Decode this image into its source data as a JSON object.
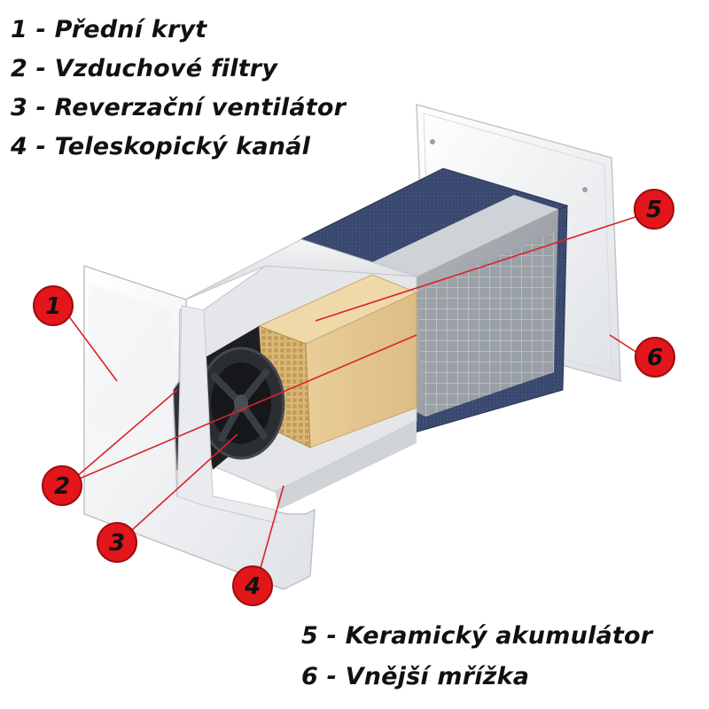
{
  "legend": [
    {
      "id": 1,
      "text": "1 - Přední kryt"
    },
    {
      "id": 2,
      "text": "2 - Vzduchové filtry"
    },
    {
      "id": 3,
      "text": "3 - Reverzační ventilátor"
    },
    {
      "id": 4,
      "text": "4 - Teleskopický kanál"
    },
    {
      "id": 5,
      "text": "5 - Keramický akumulátor"
    },
    {
      "id": 6,
      "text": "6 - Vnější mřížka"
    }
  ],
  "callouts": [
    {
      "number": "1"
    },
    {
      "number": "2"
    },
    {
      "number": "3"
    },
    {
      "number": "4"
    },
    {
      "number": "5"
    },
    {
      "number": "6"
    }
  ],
  "colors": {
    "callout_fill": "#e3161b",
    "leader_line": "#d9242a",
    "felt": "#3b4a70",
    "ceramic": "#e6c894",
    "housing": "#eef0f2"
  }
}
